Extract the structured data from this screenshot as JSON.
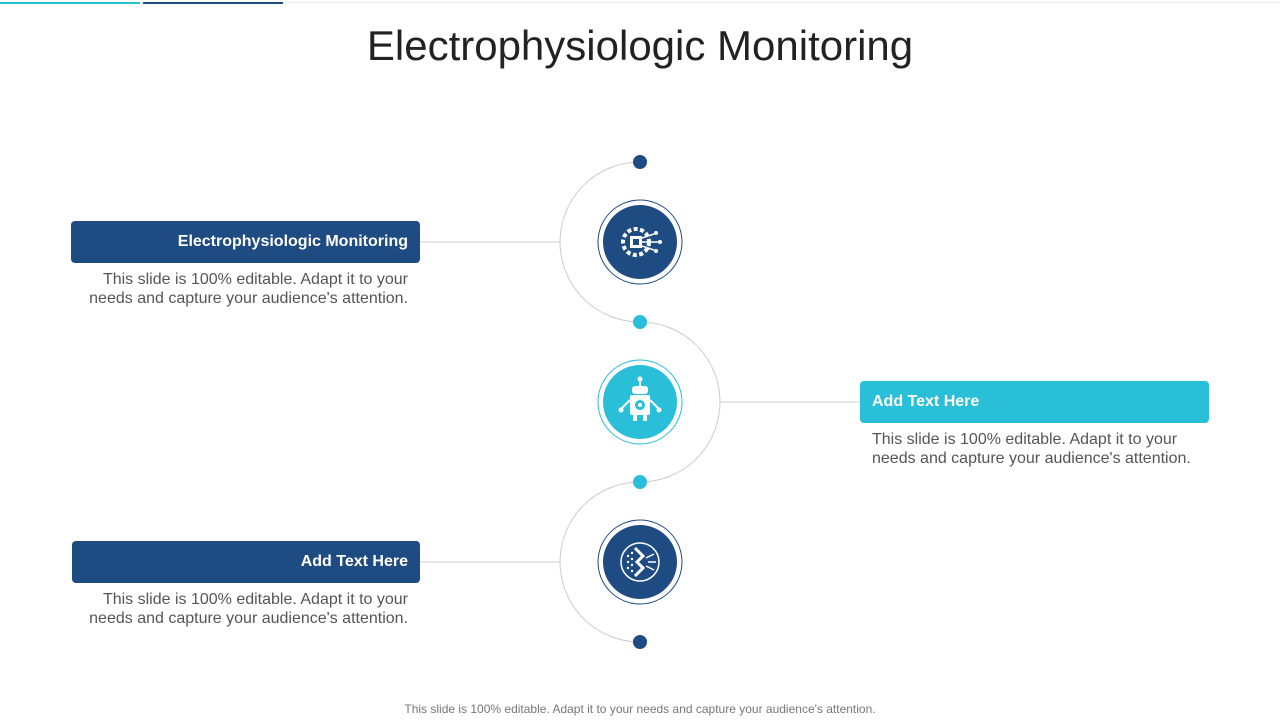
{
  "title": "Electrophysiologic Monitoring",
  "colors": {
    "navy": "#1e4b82",
    "cyan": "#29bfd8",
    "line": "#cccccc",
    "text": "#555555"
  },
  "steps": [
    {
      "label": "Electrophysiologic Monitoring",
      "description": "This slide is 100% editable. Adapt it to your needs and capture your audience's attention.",
      "icon": "chip-gear-icon",
      "color": "navy"
    },
    {
      "label": "Add Text Here",
      "description": "This slide is 100% editable. Adapt it to your needs and capture your audience's attention.",
      "icon": "robot-icon",
      "color": "cyan"
    },
    {
      "label": "Add Text Here",
      "description": "This slide is 100% editable. Adapt it to your needs and capture your audience's attention.",
      "icon": "brain-circuit-icon",
      "color": "navy"
    }
  ],
  "footer": "This slide is 100% editable. Adapt it to your needs and capture your audience's attention."
}
